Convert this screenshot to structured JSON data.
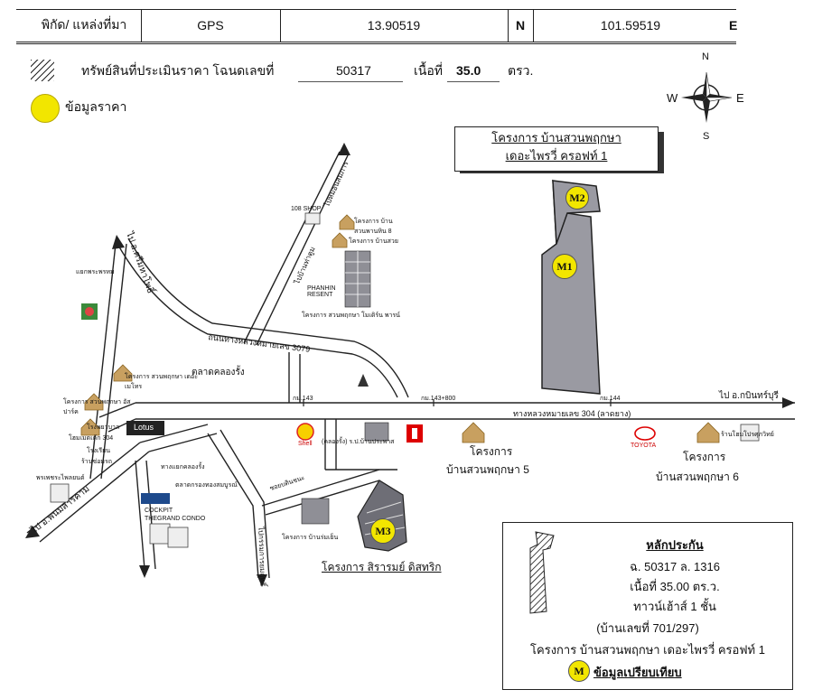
{
  "header": {
    "coord_label": "พิกัด/ แหล่งที่มา",
    "source": "GPS",
    "latitude": "13.90519",
    "lat_dir": "N",
    "longitude": "101.59519",
    "lon_dir": "E"
  },
  "legend": {
    "property_label": "ทรัพย์สินที่ประเมินราคา โฉนดเลขที่",
    "deed_no": "50317",
    "area_label": "เนื้อที่",
    "area_value": "35.0",
    "area_unit": "ตรว.",
    "price_info_label": "ข้อมูลราคา"
  },
  "compass": {
    "n": "N",
    "s": "S",
    "e": "E",
    "w": "W"
  },
  "project_title": {
    "line1": "โครงการ บ้านสวนพฤกษา",
    "line2": "เดอะไพรวี่ ครอฟท์ 1"
  },
  "markers": {
    "m1": "M1",
    "m2": "M2",
    "m3": "M3"
  },
  "roads": {
    "road_3079": "ถนนทางหลวงหมายเลข 3079",
    "road_304": "ทางหลวงหมายเลข 304 (ลาดยาง)",
    "to_kabin": "ไป อ.กบินทร์บุรี",
    "to_sri_mahaphot": "ไป อ.ศรีมหาโพธิ์",
    "to_phanom": "ไป อ.พนมสารคาม",
    "to_prachin": "ไปหมอนสมภาร",
    "to_tha_tum": "ไปบ้านท่าตูม",
    "to_south": "ไปกรรมการยมฤทธิ์",
    "km143": "กม.143",
    "km143_800": "กม.143+800",
    "km144": "กม.144",
    "soi_bandai": "ซอยบดินชนะ",
    "intersection": "แยกพระพรหม",
    "intersection2": "ทางแยกคลองรั้ง"
  },
  "places": {
    "shop108": "108 SHOP",
    "proj_kha_suan": "โครงการ บ้านสวนพานหิน 8",
    "proj_ban_suay": "โครงการ บ้านสวย",
    "phanhin": "PHANHIN RESENT",
    "proj_modern": "โครงการ สวนพฤกษา โมเดิร์น พารน์",
    "market": "ตลาดคลองรั้ง",
    "proj_metro": "โครงการ สวนพฤกษา เดอะเมโทร",
    "proj_left2": "โครงการ สวนพฤกษา อัสปาร์ค",
    "lotus": "Lotus",
    "hospital": "โรงพยาบาล",
    "school": "โรงเรียน",
    "dental": "ร้านซ่อมรถ",
    "shop304": "โฮมเมดเค้ก 304",
    "left_text": "พรเพชระไพลยนต์",
    "shell": "Shell",
    "shell_text": "(คลองรั้ง) ร.ป.บ้านประพาส",
    "proj_psuan5": "บ้านสวนพฤกษา 5",
    "proj_label5": "โครงการ",
    "toyota": "TOYOTA",
    "proj_psuan6": "บ้านสวนพฤกษา 6",
    "proj_label6": "โครงการ",
    "shop_right": "ร้านโฮมโปรศุภวิทย์",
    "market2": "ตลาดกรองทองสมบูรณ์",
    "cockpit": "COCKPIT",
    "thegrand": "THEGRAND CONDO",
    "proj_bantorn": "โครงการ บ้านร่มเย็น",
    "proj_sirarom": "โครงการ สิรารมย์ ดิสทริก"
  },
  "collateral": {
    "title": "หลักประกัน",
    "deed": "ฉ. 50317 ล. 1316",
    "area": "เนื้อที่ 35.00 ตร.ว.",
    "building": "ทาวน์เฮ้าส์ 1 ชั้น",
    "house_no": "(บ้านเลขที่ 701/297)",
    "project": "โครงการ บ้านสวนพฤกษา เดอะไพรวี่ ครอฟท์ 1",
    "marker": "M",
    "compare_label": "ข้อมูลเปรียบเทียบ"
  },
  "colors": {
    "marker_yellow": "#f2e600",
    "plot_fill": "#9a9aa2",
    "road_line": "#222222"
  }
}
